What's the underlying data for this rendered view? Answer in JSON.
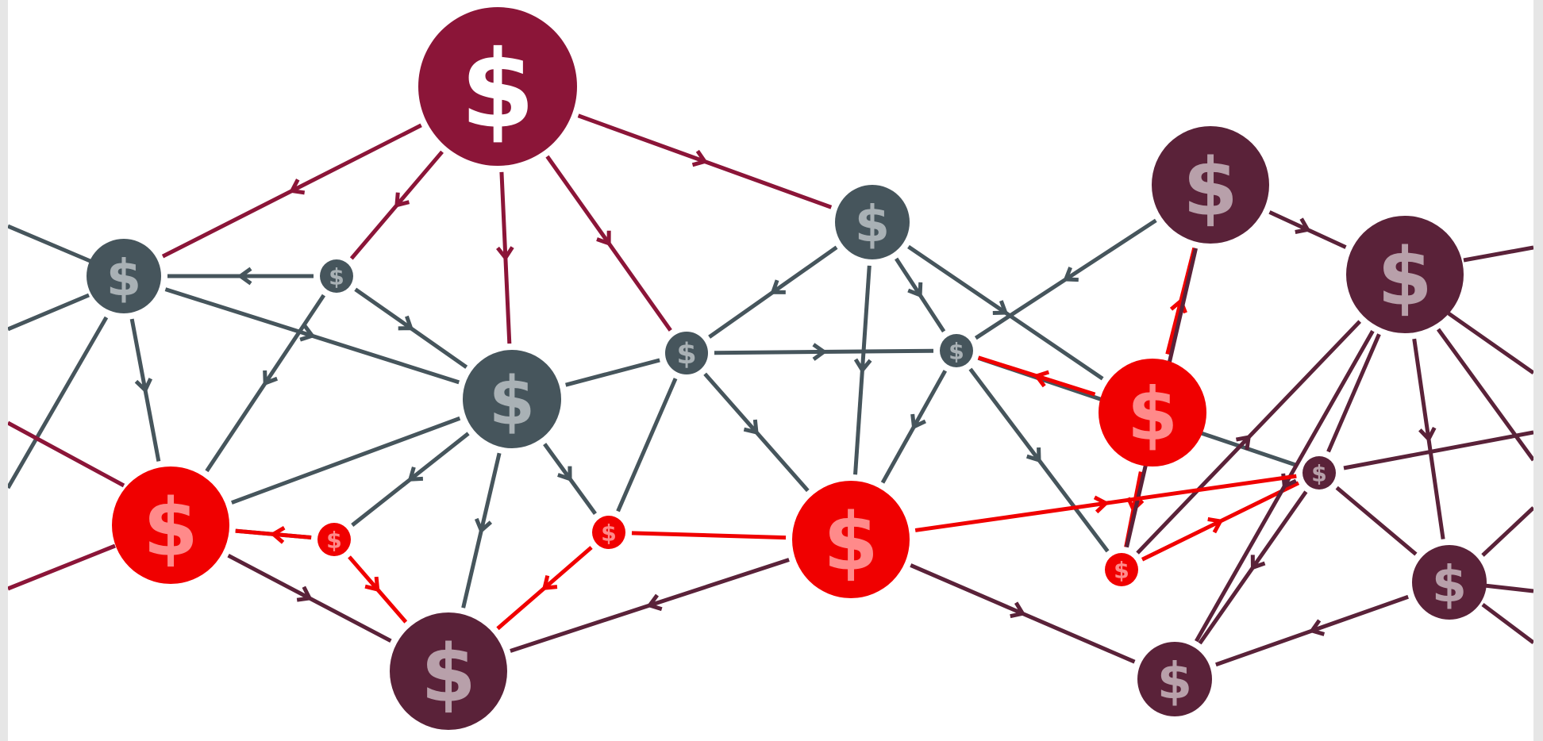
{
  "colors": {
    "crimson": "#8b1538",
    "slate": "#46555c",
    "red": "#f00000",
    "plum": "#5a2239"
  },
  "symbol_colors": {
    "crimson": "#ffffff",
    "slate": "#a9b1b5",
    "red": "#ff8a8a",
    "plum": "#b8a0aa"
  },
  "nodes": [
    {
      "id": "n1",
      "color": "crimson",
      "label": "$"
    },
    {
      "id": "n2",
      "color": "slate",
      "label": "$"
    },
    {
      "id": "n3",
      "color": "slate",
      "label": "$"
    },
    {
      "id": "n4",
      "color": "slate",
      "label": "$"
    },
    {
      "id": "n5",
      "color": "slate",
      "label": "$"
    },
    {
      "id": "n6",
      "color": "red",
      "label": "$"
    },
    {
      "id": "n7",
      "color": "red",
      "label": "$"
    },
    {
      "id": "n8",
      "color": "plum",
      "label": "$"
    },
    {
      "id": "n9",
      "color": "slate",
      "label": "$"
    },
    {
      "id": "n10",
      "color": "slate",
      "label": "$"
    },
    {
      "id": "n11",
      "color": "plum",
      "label": "$"
    },
    {
      "id": "n12",
      "color": "red",
      "label": "$"
    },
    {
      "id": "n13",
      "color": "red",
      "label": "$"
    },
    {
      "id": "n14",
      "color": "red",
      "label": "$"
    },
    {
      "id": "n15",
      "color": "plum",
      "label": "$"
    },
    {
      "id": "n16",
      "color": "plum",
      "label": "$"
    },
    {
      "id": "n17",
      "color": "plum",
      "label": "$"
    },
    {
      "id": "n18",
      "color": "plum",
      "label": "$"
    },
    {
      "id": "n19",
      "color": "red",
      "label": "$"
    },
    {
      "id": "n20",
      "color": "slate",
      "label": "$"
    }
  ],
  "edges": [
    {
      "from": "n1",
      "to": "n2",
      "color": "crimson",
      "arrow": true
    },
    {
      "from": "n1",
      "to": "n3",
      "color": "crimson",
      "arrow": true
    },
    {
      "from": "n1",
      "to": "n4",
      "color": "crimson",
      "arrow": true
    },
    {
      "from": "n1",
      "to": "n5",
      "color": "crimson",
      "arrow": true
    },
    {
      "from": "n1",
      "to": "n9",
      "color": "crimson",
      "arrow": true
    },
    {
      "from": "n3",
      "to": "n2",
      "color": "slate",
      "arrow": true
    },
    {
      "from": "n3",
      "to": "n4",
      "color": "slate",
      "arrow": true
    },
    {
      "from": "n3",
      "to": "n6",
      "color": "slate",
      "arrow": true
    },
    {
      "from": "n2",
      "to": "n4",
      "color": "slate",
      "arrow": true
    },
    {
      "from": "n2",
      "to": "n6",
      "color": "slate",
      "arrow": true
    },
    {
      "from": "n5",
      "to": "n4",
      "color": "slate",
      "arrow": false
    },
    {
      "from": "n4",
      "to": "n6",
      "color": "slate",
      "arrow": false
    },
    {
      "from": "n4",
      "to": "n7",
      "color": "slate",
      "arrow": true
    },
    {
      "from": "n4",
      "to": "n8",
      "color": "slate",
      "arrow": true
    },
    {
      "from": "n4",
      "to": "n19",
      "color": "slate",
      "arrow": true
    },
    {
      "from": "n5",
      "to": "n10",
      "color": "slate",
      "arrow": true
    },
    {
      "from": "n5",
      "to": "n12",
      "color": "slate",
      "arrow": true
    },
    {
      "from": "n5",
      "to": "n19",
      "color": "slate",
      "arrow": false
    },
    {
      "from": "n9",
      "to": "n5",
      "color": "slate",
      "arrow": true
    },
    {
      "from": "n9",
      "to": "n12",
      "color": "slate",
      "arrow": true
    },
    {
      "from": "n9",
      "to": "n10",
      "color": "slate",
      "arrow": true
    },
    {
      "from": "n9",
      "to": "n13",
      "color": "slate",
      "arrow": true
    },
    {
      "from": "n10",
      "to": "n12",
      "color": "slate",
      "arrow": true
    },
    {
      "from": "n10",
      "to": "n14",
      "color": "slate",
      "arrow": true
    },
    {
      "from": "n10",
      "to": "n16",
      "color": "slate",
      "arrow": true
    },
    {
      "from": "n11",
      "to": "n10",
      "color": "slate",
      "arrow": true
    },
    {
      "from": "n13",
      "to": "n10",
      "color": "red",
      "arrow": true
    },
    {
      "from": "n13",
      "to": "n11",
      "color": "red",
      "arrow": true
    },
    {
      "from": "n13",
      "to": "n14",
      "color": "red",
      "arrow": true
    },
    {
      "from": "n14",
      "to": "n15",
      "color": "plum",
      "arrow": true
    },
    {
      "from": "n14",
      "to": "n16",
      "color": "red",
      "arrow": true
    },
    {
      "from": "n11",
      "to": "n14",
      "color": "plum",
      "arrow": true
    },
    {
      "from": "n11",
      "to": "n15",
      "color": "plum",
      "arrow": true
    },
    {
      "from": "n15",
      "to": "n17",
      "color": "plum",
      "arrow": true
    },
    {
      "from": "n15",
      "to": "n18",
      "color": "plum",
      "arrow": true
    },
    {
      "from": "n16",
      "to": "n15",
      "color": "plum",
      "arrow": false
    },
    {
      "from": "n16",
      "to": "n17",
      "color": "plum",
      "arrow": false
    },
    {
      "from": "n16",
      "to": "n18",
      "color": "plum",
      "arrow": true
    },
    {
      "from": "n17",
      "to": "n18",
      "color": "plum",
      "arrow": true
    },
    {
      "from": "n12",
      "to": "n16",
      "color": "red",
      "arrow": true
    },
    {
      "from": "n12",
      "to": "n18",
      "color": "plum",
      "arrow": true
    },
    {
      "from": "n12",
      "to": "n8",
      "color": "plum",
      "arrow": true
    },
    {
      "from": "n6",
      "to": "n7",
      "color": "slate",
      "arrow": false
    },
    {
      "from": "n7",
      "to": "n6",
      "color": "red",
      "arrow": true
    },
    {
      "from": "n7",
      "to": "n8",
      "color": "red",
      "arrow": true
    },
    {
      "from": "n6",
      "to": "n8",
      "color": "plum",
      "arrow": true
    },
    {
      "from": "n19",
      "to": "n8",
      "color": "red",
      "arrow": true
    },
    {
      "from": "n19",
      "to": "n12",
      "color": "red",
      "arrow": false
    },
    {
      "from": "n20",
      "to": "n2",
      "color": "slate",
      "arrow": false
    },
    {
      "from": "n2",
      "to": "n20",
      "color": "slate",
      "arrow": false
    }
  ]
}
